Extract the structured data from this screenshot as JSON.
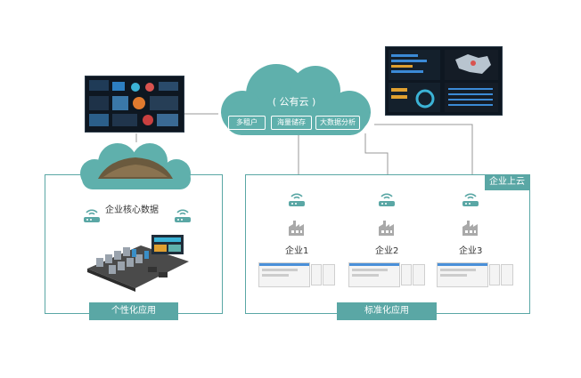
{
  "cloud": {
    "title": "( 公有云 )",
    "tags": [
      "多租户",
      "海量储存",
      "大数据分析"
    ]
  },
  "left_panel": {
    "label": "企业核心数据",
    "footer": "个性化应用"
  },
  "right_panel": {
    "corner_tag": "企业上云",
    "footer": "标准化应用",
    "enterprises": [
      "企业1",
      "企业2",
      "企业3"
    ]
  },
  "colors": {
    "teal": "#5aa7a5",
    "cloud": "#5fb0ac",
    "line": "#999999",
    "factory": "#a9a9a9"
  },
  "icons": [
    "router-icon",
    "factory-icon",
    "dashboard-screen",
    "server-room-illustration"
  ]
}
